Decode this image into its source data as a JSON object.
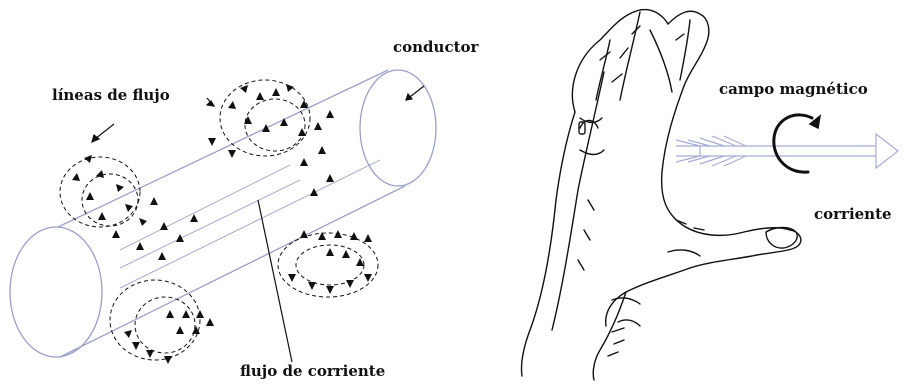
{
  "labels": {
    "conductor": "conductor",
    "flux_lines": "líneas de flujo",
    "current_flow": "flujo de corriente",
    "magnetic_field": "campo magnético",
    "current": "corriente"
  },
  "colors": {
    "ink": "#111111",
    "conductor_outline": "#9aa0c8",
    "arrow_outline": "#a7acd4",
    "background": "#ffffff"
  },
  "icons": {
    "flux_arrowhead": "triangle-arrow",
    "rotation": "curved-arrow-clockwise",
    "current_arrow": "feathered-arrow-right"
  }
}
